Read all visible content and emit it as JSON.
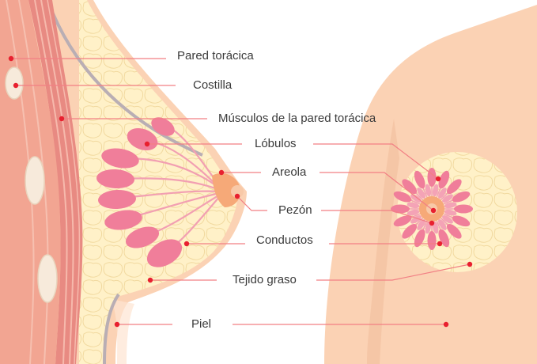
{
  "colors": {
    "skin": "#fbd2b4",
    "skin_light": "#fde4d2",
    "skin_outline": "#f4c3a2",
    "fat": "#fff1c8",
    "fat_cells": "#f1d99f",
    "muscle": "#e88a82",
    "muscle_stripe": "#f6b9ac",
    "rib": "#f7eadb",
    "rib_outline": "#e8d4bd",
    "lobule": "#f07e9a",
    "duct": "#f29fb2",
    "areola": "#f6a978",
    "nipple": "#f8c9a8",
    "leader_line": "#f27f84",
    "dot": "#e8202f",
    "text": "#3a3a3a"
  },
  "labels": [
    {
      "id": "pared-toracica",
      "text": "Pared torácica"
    },
    {
      "id": "costilla",
      "text": "Costilla"
    },
    {
      "id": "musculos",
      "text": "Músculos de la pared torácica"
    },
    {
      "id": "lobulos",
      "text": "Lóbulos"
    },
    {
      "id": "areola",
      "text": "Areola"
    },
    {
      "id": "pezon",
      "text": "Pezón"
    },
    {
      "id": "conductos",
      "text": "Conductos"
    },
    {
      "id": "tejido-graso",
      "text": "Tejido graso"
    },
    {
      "id": "piel",
      "text": "Piel"
    }
  ]
}
